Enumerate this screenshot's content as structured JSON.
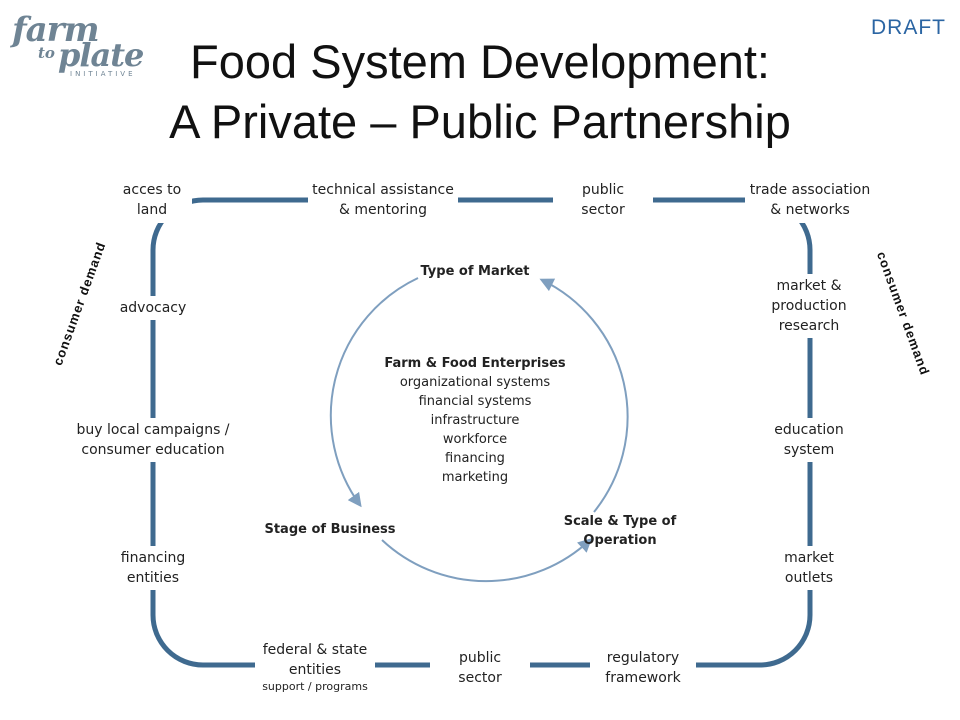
{
  "header": {
    "logo_text": "farm to plate INITIATIVE",
    "draft": "DRAFT",
    "title_line1": "Food System Development:",
    "title_line2": "A Private – Public Partnership"
  },
  "side_labels": {
    "left": "consumer demand",
    "right": "consumer demand"
  },
  "perimeter": {
    "top": {
      "acces_to_land": [
        "acces to",
        "land"
      ],
      "technical_assistance": [
        "technical assistance",
        "& mentoring"
      ],
      "public_sector": [
        "public",
        "sector"
      ],
      "trade_association": [
        "trade association",
        "& networks"
      ]
    },
    "left": {
      "advocacy": [
        "advocacy"
      ],
      "buy_local": [
        "buy local campaigns /",
        "consumer education"
      ],
      "financing_entities": [
        "financing",
        "entities"
      ]
    },
    "right": {
      "market_research": [
        "market &",
        "production",
        "research"
      ],
      "education_system": [
        "education",
        "system"
      ],
      "market_outlets": [
        "market",
        "outlets"
      ]
    },
    "bottom": {
      "federal_state": [
        "federal & state",
        "entities"
      ],
      "federal_state_sub": "support / programs",
      "public_sector": [
        "public",
        "sector"
      ],
      "regulatory_framework": [
        "regulatory",
        "framework"
      ]
    }
  },
  "cycle": {
    "type_of_market": "Type of Market",
    "stage_of_business": "Stage of Business",
    "scale_type": [
      "Scale & Type of",
      "Operation"
    ],
    "center_title": "Farm & Food Enterprises",
    "center_items": [
      "organizational systems",
      "financial systems",
      "infrastructure",
      "workforce",
      "financing",
      "marketing"
    ]
  },
  "colors": {
    "frame": "#3f6a8f",
    "cycle": "#7f9fbf",
    "draft": "#2b65a3",
    "logo": "#6f8494"
  }
}
